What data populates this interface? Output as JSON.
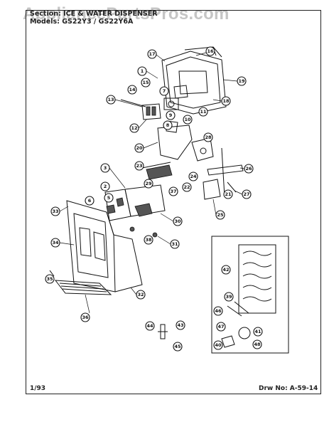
{
  "watermark": "AppliancePartsPros.com",
  "header": {
    "section_line": "Section: ICE & WATER DISPENSER",
    "models_line": "Models: GS22Y3 / GS22Y6A"
  },
  "footer": {
    "date": "1/93",
    "drawing_number": "Drw No: A-59-14"
  },
  "callouts": [
    "1",
    "2",
    "3",
    "5",
    "6",
    "7",
    "8",
    "9",
    "10",
    "11",
    "12",
    "13",
    "14",
    "15",
    "16",
    "17",
    "18",
    "19",
    "20",
    "21",
    "22",
    "23",
    "24",
    "25",
    "26",
    "27",
    "28",
    "29",
    "30",
    "31",
    "32",
    "33",
    "34",
    "35",
    "36",
    "37",
    "38",
    "39",
    "40",
    "41",
    "42",
    "43",
    "44",
    "45",
    "46",
    "47",
    "48"
  ]
}
